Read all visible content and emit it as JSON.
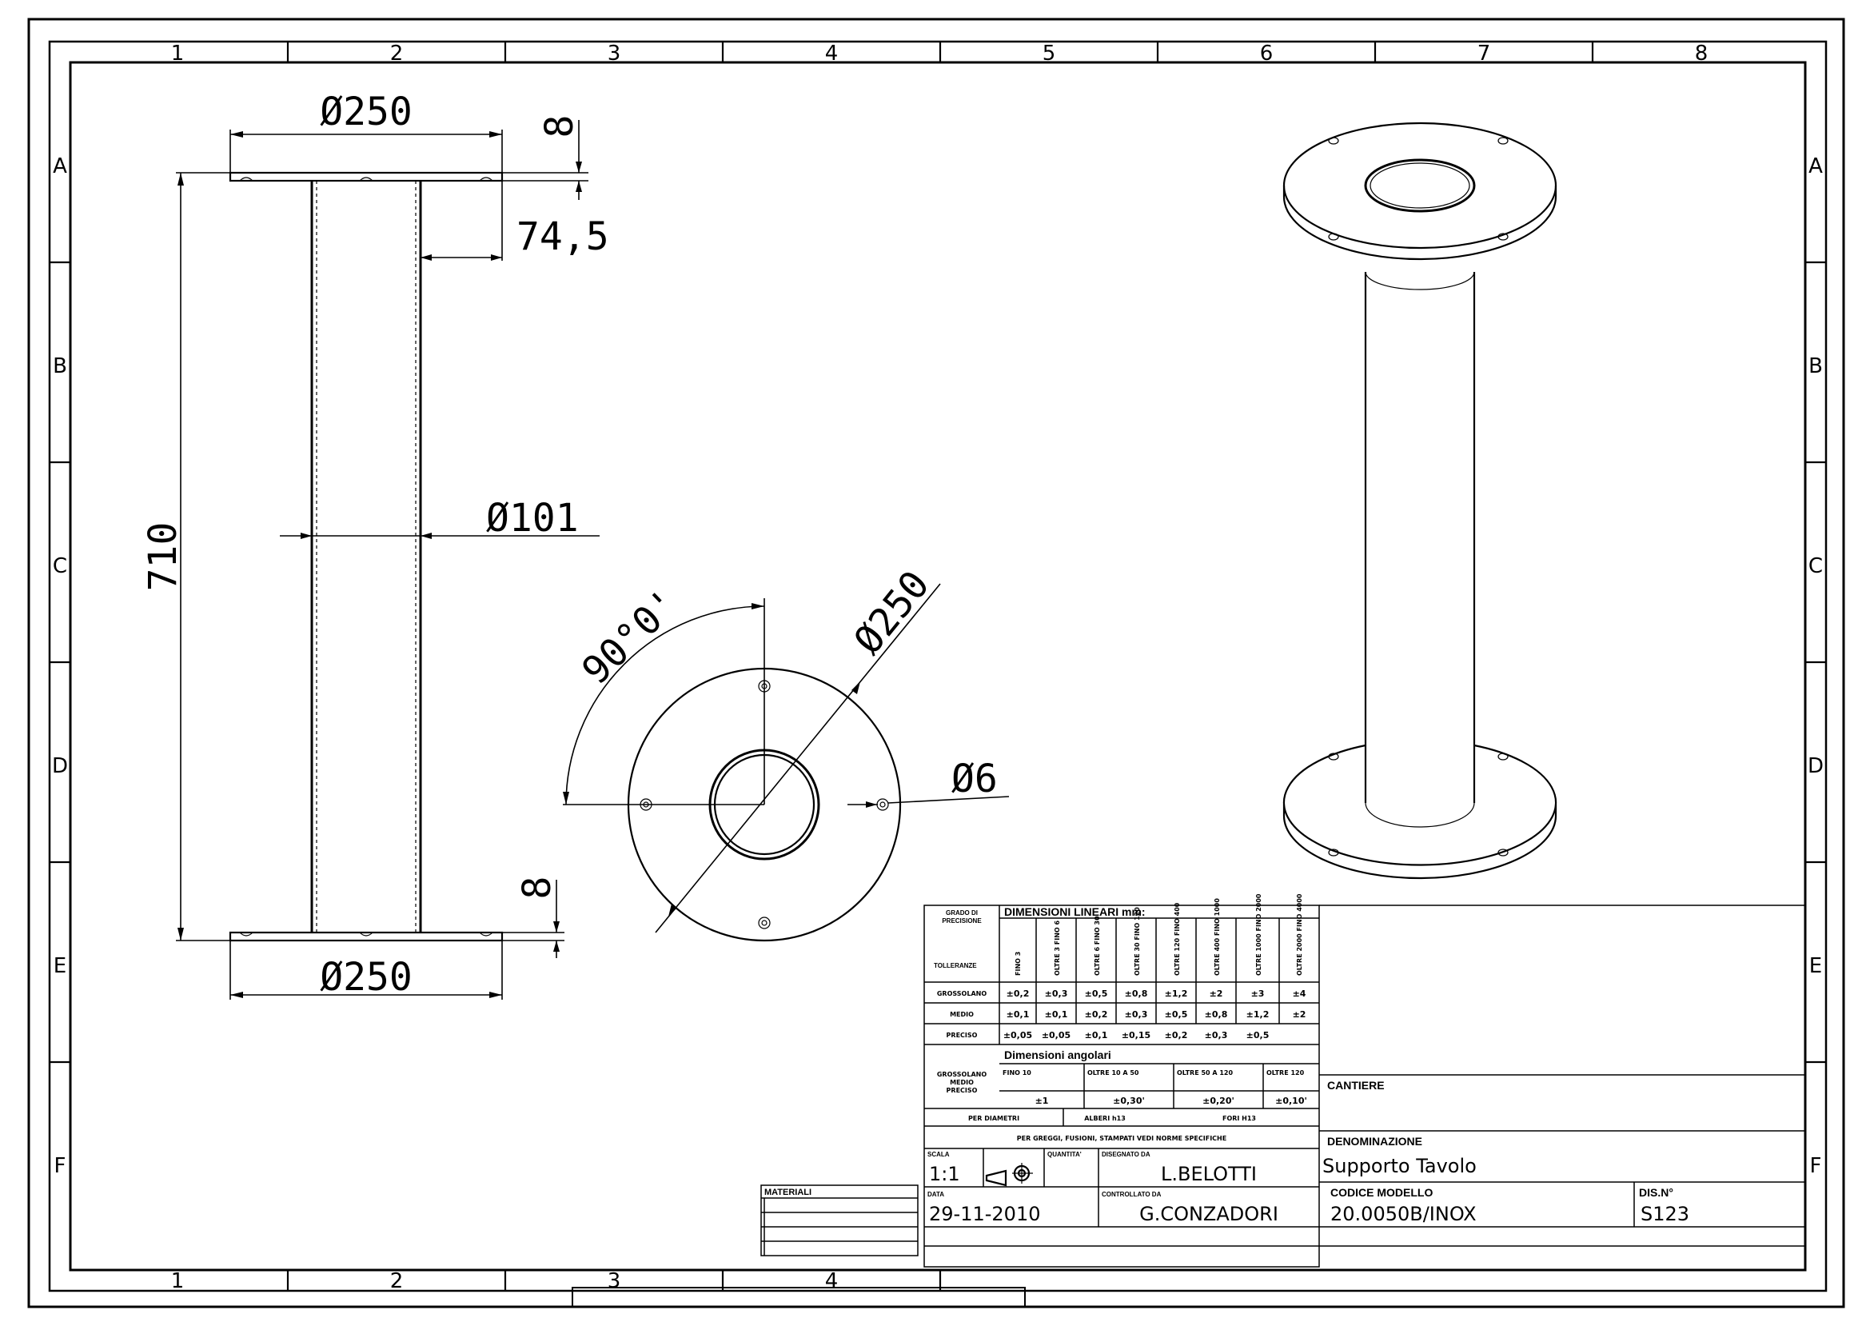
{
  "grid": {
    "columns": [
      "1",
      "2",
      "3",
      "4",
      "5",
      "6",
      "7",
      "8"
    ],
    "rows": [
      "A",
      "B",
      "C",
      "D",
      "E",
      "F"
    ]
  },
  "dims": {
    "top_diameter": "Ø250",
    "top_thickness": "8",
    "offset": "74,5",
    "length": "710",
    "tube_diameter": "Ø101",
    "bottom_thickness": "8",
    "bottom_diameter": "Ø250",
    "angle": "90°0'",
    "flange_diameter": "Ø250",
    "hole_diameter": "Ø6"
  },
  "tolerances": {
    "grade_header": "GRADO DI PRECISIONE",
    "grade_header_l1": "GRADO DI",
    "grade_header_l2": "PRECISIONE",
    "linear_title": "DIMENSIONI LINEARI mm:",
    "tolerance_label": "TOLLERANZE",
    "ranges": [
      "FINO 3",
      "OLTRE 3 FINO 6",
      "OLTRE 6 FINO 30",
      "OLTRE 30 FINO 120",
      "OLTRE 120 FINO 400",
      "OLTRE 400 FINO 1000",
      "OLTRE 1000 FINO 2000",
      "OLTRE 2000 FINO 4000"
    ],
    "rows": [
      {
        "label": "GROSSOLANO",
        "values": [
          "±0,2",
          "±0,3",
          "±0,5",
          "±0,8",
          "±1,2",
          "±2",
          "±3",
          "±4"
        ]
      },
      {
        "label": "MEDIO",
        "values": [
          "±0,1",
          "±0,1",
          "±0,2",
          "±0,3",
          "±0,5",
          "±0,8",
          "±1,2",
          "±2"
        ]
      },
      {
        "label": "PRECISO",
        "values": [
          "±0,05",
          "±0,05",
          "±0,1",
          "±0,15",
          "±0,2",
          "±0,3",
          "±0,5",
          ""
        ]
      }
    ],
    "angular_title": "Dimensioni angolari",
    "angular_grade": "GROSSOLANO MEDIO PRECISO",
    "angular_grade_l1": "GROSSOLANO",
    "angular_grade_l2": "MEDIO",
    "angular_grade_l3": "PRECISO",
    "angular_ranges": [
      "FINO 10",
      "OLTRE 10 A 50",
      "OLTRE 50 A 120",
      "OLTRE 120"
    ],
    "angular_values": [
      "±1",
      "±0,30'",
      "±0,20'",
      "±0,10'"
    ],
    "diameters_label": "PER DIAMETRI",
    "shafts": "ALBERI h13",
    "holes": "FORI H13",
    "castings_note": "PER GREGGI, FUSIONI, STAMPATI VEDI NORME SPECIFICHE"
  },
  "title_block": {
    "scale_label": "SCALA",
    "scale": "1:1",
    "quantity_label": "QUANTITA'",
    "designed_label": "DISEGNATO DA",
    "designed_by": "L.BELOTTI",
    "date_label": "DATA",
    "date": "29-11-2010",
    "checked_label": "CONTROLLATO DA",
    "checked_by": "G.CONZADORI",
    "materials_label": "MATERIALI",
    "site_label": "CANTIERE",
    "site": "",
    "name_label": "DENOMINAZIONE",
    "name": "Supporto Tavolo",
    "model_label": "CODICE MODELLO",
    "model": "20.0050B/INOX",
    "drawing_label": "DIS.N°",
    "drawing": "S123"
  }
}
